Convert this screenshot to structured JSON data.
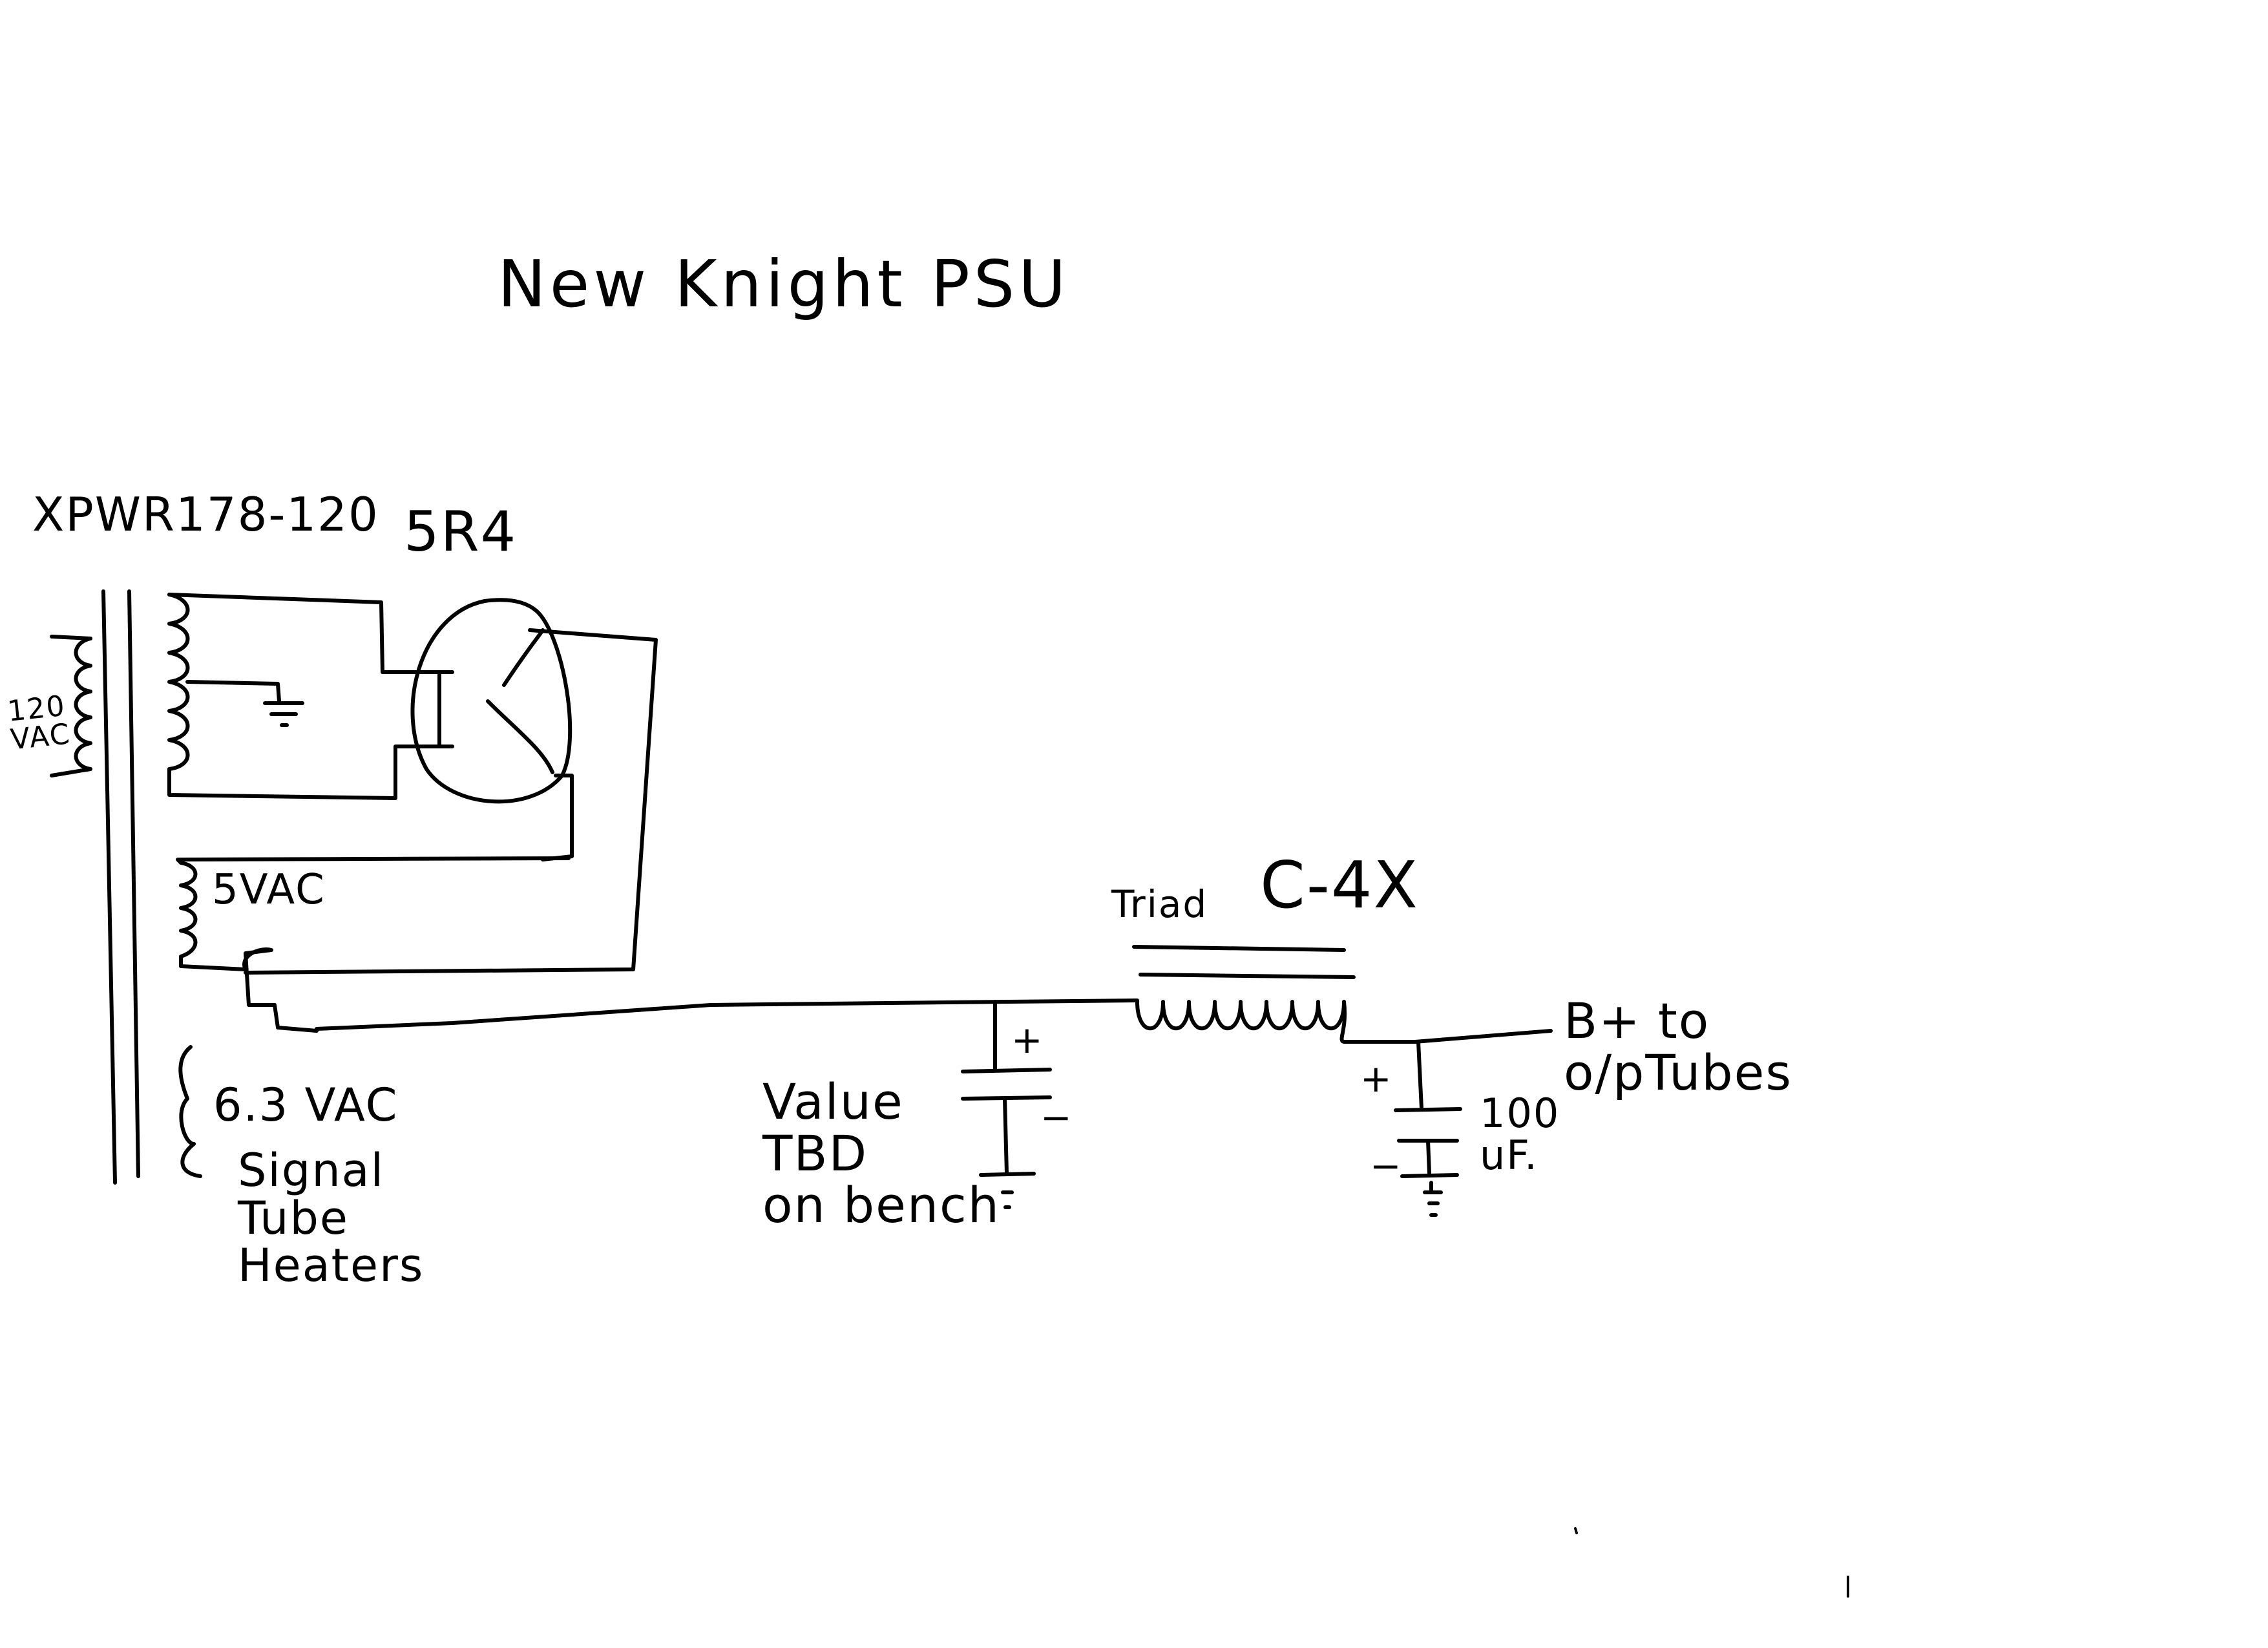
{
  "title": "New Knight PSU",
  "labels": {
    "transformer": "XPWR178-120",
    "rectifier": "5R4",
    "mains_input": "120\nVAC",
    "rectifier_heater": "5VAC",
    "signal_heater_voltage": "6.3 VAC",
    "signal_heater_note": "Signal\nTube\nHeaters",
    "choke_brand": "Triad",
    "choke_model": "C-4X",
    "first_cap_value": "Value\nTBD\non bench",
    "first_cap_plus": "+",
    "first_cap_minus": "−",
    "second_cap_value": "100\nuF.",
    "second_cap_plus": "+",
    "second_cap_minus": "−",
    "output": "B+ to\no/pTubes"
  },
  "icons": [
    "transformer-primary-winding-icon",
    "transformer-core-icon",
    "secondary-winding-icon",
    "rectifier-tube-icon",
    "ground-icon",
    "choke-inductor-icon",
    "electrolytic-capacitor-icon"
  ],
  "colors": {
    "ink": "#000000",
    "paper": "#ffffff"
  }
}
